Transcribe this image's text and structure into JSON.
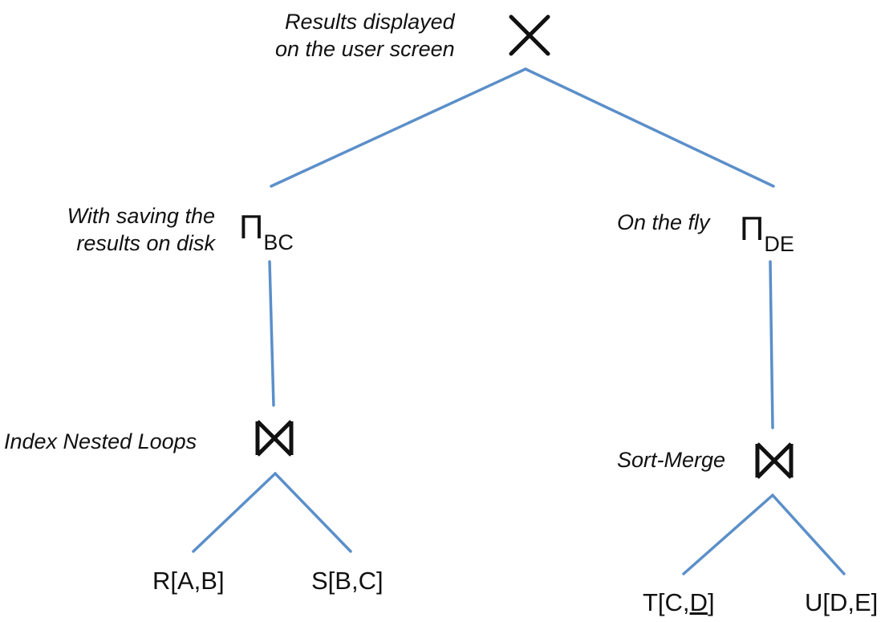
{
  "root": {
    "operator_icon": "cross-product-icon",
    "annotation_line1": "Results displayed",
    "annotation_line2": "on the user screen"
  },
  "left_projection": {
    "symbol": "Π",
    "subscript": "BC",
    "annotation_line1": "With saving the",
    "annotation_line2": "results on disk"
  },
  "right_projection": {
    "symbol": "Π",
    "subscript": "DE",
    "annotation": "On the fly"
  },
  "left_join": {
    "operator_icon": "bowtie-join-icon",
    "annotation": "Index Nested Loops"
  },
  "right_join": {
    "operator_icon": "bowtie-join-icon",
    "annotation": "Sort-Merge"
  },
  "leaves": {
    "r": "R[A,B]",
    "s": "S[B,C]",
    "t_prefix": "T[C,",
    "t_underlined": "D",
    "t_suffix": "]",
    "u": "U[D,E]"
  },
  "colors": {
    "edge": "#5b8fc9",
    "text": "#111111"
  }
}
